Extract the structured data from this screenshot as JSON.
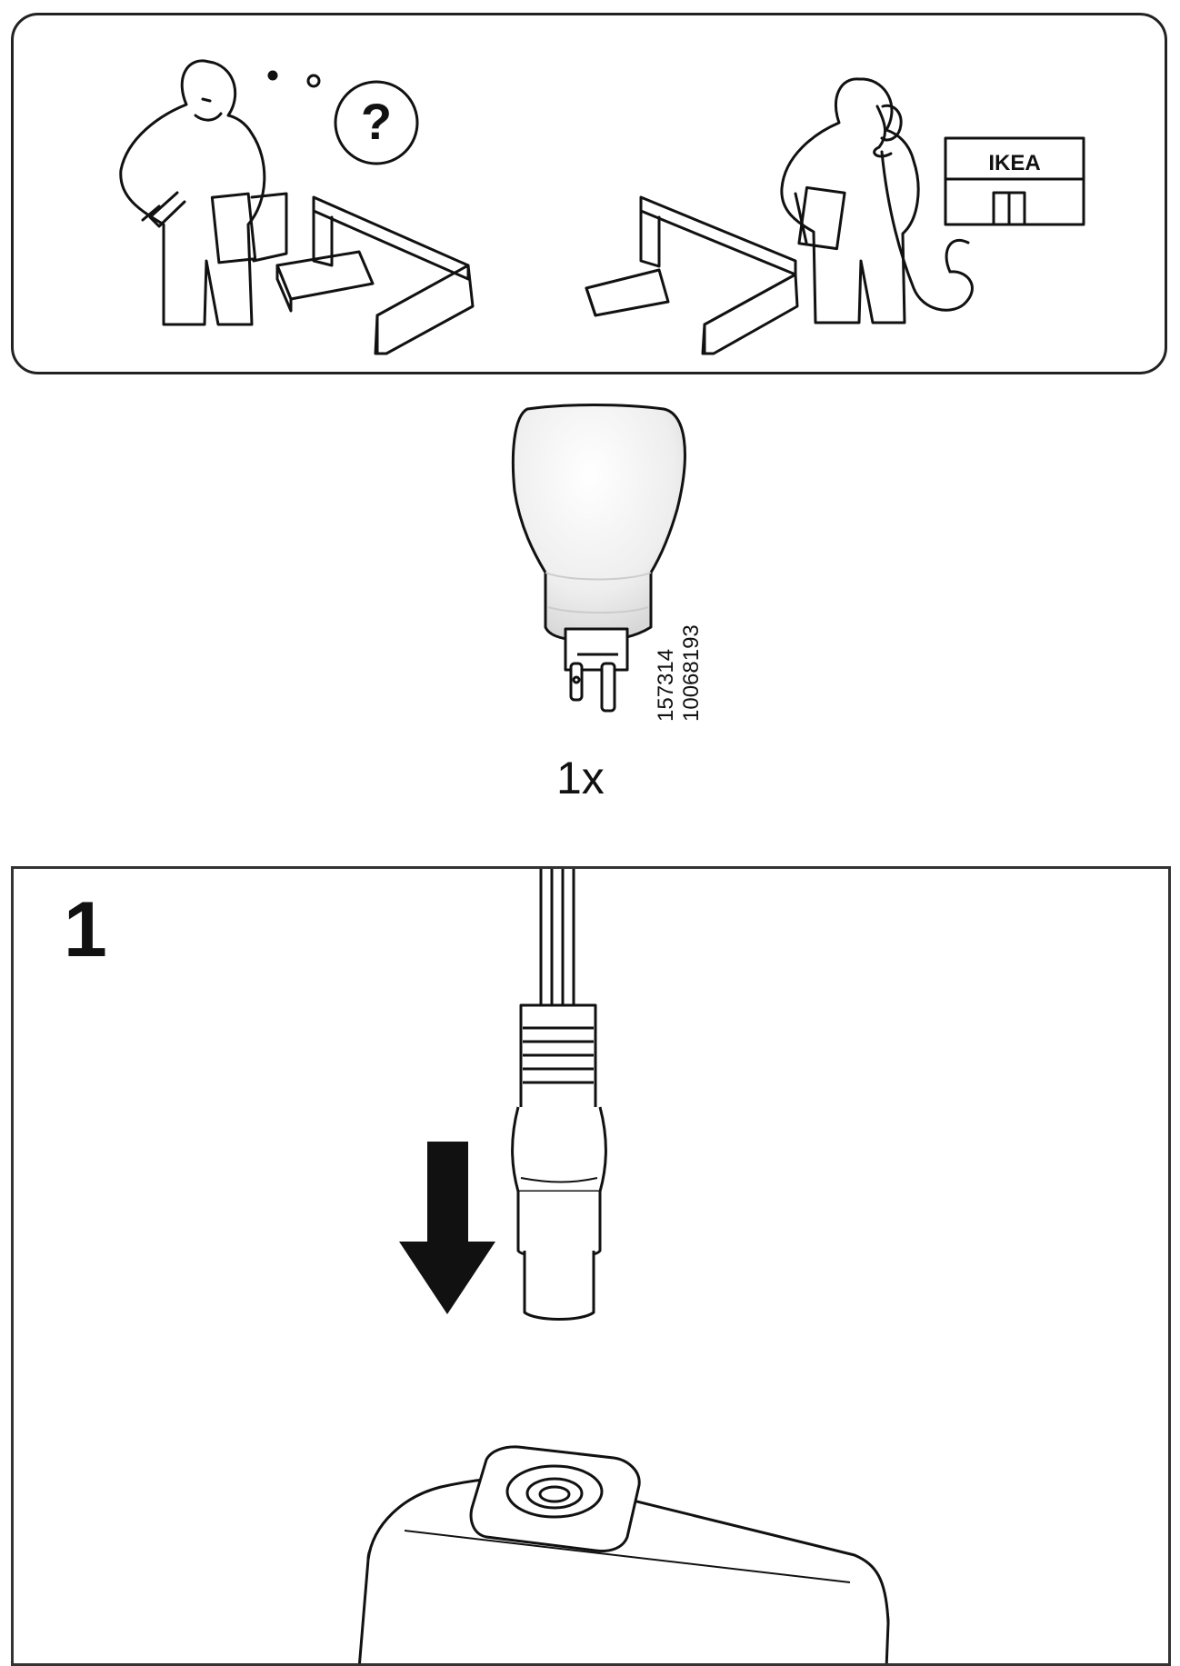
{
  "help_panel": {
    "store_sign": "IKEA",
    "question_mark": "?"
  },
  "part": {
    "code_line1": "157314",
    "code_line2": "10068193",
    "quantity": "1x"
  },
  "step": {
    "number": "1"
  }
}
